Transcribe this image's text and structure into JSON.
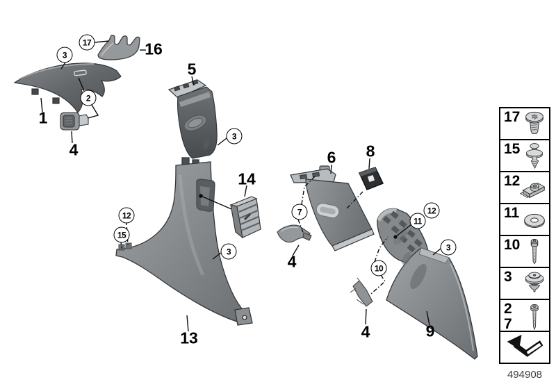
{
  "callouts": {
    "plain": [
      {
        "id": "label-1",
        "text": "1"
      },
      {
        "id": "label-4-left",
        "text": "4"
      },
      {
        "id": "label-16",
        "text": "16"
      },
      {
        "id": "label-5",
        "text": "5"
      },
      {
        "id": "label-14",
        "text": "14"
      },
      {
        "id": "label-13",
        "text": "13"
      },
      {
        "id": "label-6",
        "text": "6"
      },
      {
        "id": "label-8",
        "text": "8"
      },
      {
        "id": "label-4-mid",
        "text": "4"
      },
      {
        "id": "label-4-right",
        "text": "4"
      },
      {
        "id": "label-9",
        "text": "9"
      }
    ],
    "circled": [
      {
        "id": "circle-3-apillar",
        "text": "3"
      },
      {
        "id": "circle-17",
        "text": "17"
      },
      {
        "id": "circle-2",
        "text": "2"
      },
      {
        "id": "circle-3-bpillar-upper",
        "text": "3"
      },
      {
        "id": "circle-12-left",
        "text": "12"
      },
      {
        "id": "circle-15",
        "text": "15"
      },
      {
        "id": "circle-3-bpillar-lower",
        "text": "3"
      },
      {
        "id": "circle-7",
        "text": "7"
      },
      {
        "id": "circle-12-right",
        "text": "12"
      },
      {
        "id": "circle-11",
        "text": "11"
      },
      {
        "id": "circle-10",
        "text": "10"
      },
      {
        "id": "circle-3-dpillar",
        "text": "3"
      }
    ]
  },
  "legend": {
    "rows": [
      {
        "number": "17",
        "icon": "torx-screw"
      },
      {
        "number": "15",
        "icon": "expansion-rivet"
      },
      {
        "number": "12",
        "icon": "speed-nut"
      },
      {
        "number": "11",
        "icon": "washer"
      },
      {
        "number": "10",
        "icon": "socket-bolt"
      },
      {
        "number": "3",
        "icon": "push-rivet"
      },
      {
        "number": "2",
        "number2": "7",
        "icon": "long-screw"
      },
      {
        "icon": "change-arrow"
      }
    ]
  },
  "footer": {
    "diagram_number": "494908"
  },
  "colors": {
    "panel_light": "#c6c9cb",
    "panel_mid": "#8d9193",
    "panel_dark": "#5d6164",
    "outline": "#34373a",
    "callout_line": "#0c0c0c",
    "legend_border": "#000000",
    "footer_text": "#3f3f3f"
  }
}
